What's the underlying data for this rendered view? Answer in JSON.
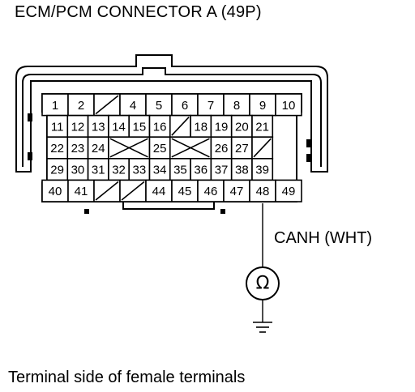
{
  "title": "ECM/PCM CONNECTOR A (49P)",
  "connector": {
    "rows": [
      {
        "row": 1,
        "cells": [
          "1",
          "2",
          "/",
          "4",
          "5",
          "6",
          "7",
          "8",
          "9",
          "10"
        ]
      },
      {
        "row": 2,
        "cells": [
          "11",
          "12",
          "13",
          "14",
          "15",
          "16",
          "/",
          "18",
          "19",
          "20",
          "21"
        ]
      },
      {
        "row": 3,
        "cells": [
          "22",
          "23",
          "24",
          "X",
          "25",
          "X",
          "26",
          "27",
          "/"
        ]
      },
      {
        "row": 4,
        "cells": [
          "29",
          "30",
          "31",
          "32",
          "33",
          "34",
          "35",
          "36",
          "37",
          "38",
          "39"
        ]
      },
      {
        "row": 5,
        "cells": [
          "40",
          "41",
          "/",
          "/",
          "44",
          "45",
          "46",
          "47",
          "48",
          "49"
        ]
      }
    ],
    "probe_terminal": "48"
  },
  "wire_label": "CANH (WHT)",
  "meter_symbol": "Ω",
  "meter": "ohmmeter-icon",
  "ground": "ground-icon",
  "caption": "Terminal side of female terminals"
}
